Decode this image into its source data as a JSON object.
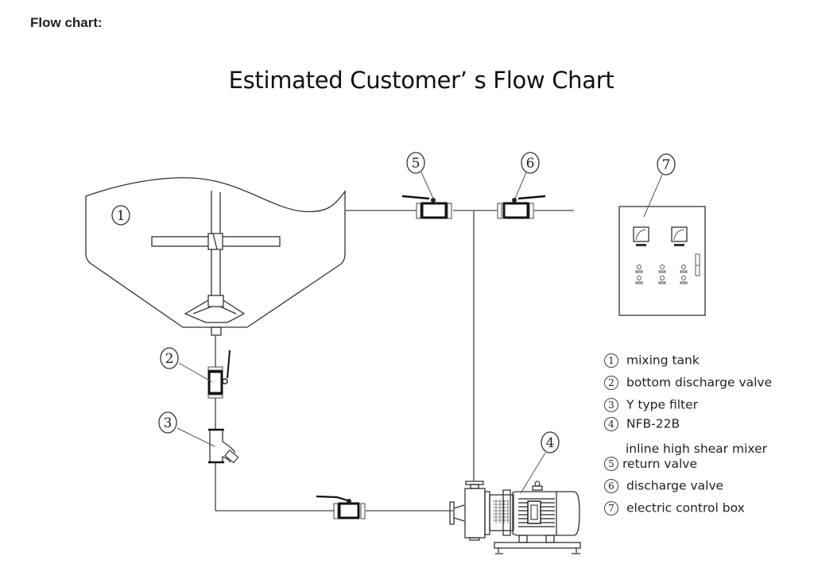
{
  "page": {
    "heading": "Flow chart:"
  },
  "diagram": {
    "title": "Estimated Customer’ s Flow Chart",
    "callouts": [
      "1",
      "2",
      "3",
      "4",
      "5",
      "6",
      "7"
    ],
    "legend": [
      {
        "num": "1",
        "label": "mixing tank"
      },
      {
        "num": "2",
        "label": "bottom discharge valve"
      },
      {
        "num": "3",
        "label": "Y type filter"
      },
      {
        "num": "4",
        "label": "NFB-22B"
      },
      {
        "num": "5",
        "pre_label": "inline high shear mixer",
        "label": "return valve"
      },
      {
        "num": "6",
        "label": "discharge valve"
      },
      {
        "num": "7",
        "label": "electric control box"
      }
    ]
  }
}
